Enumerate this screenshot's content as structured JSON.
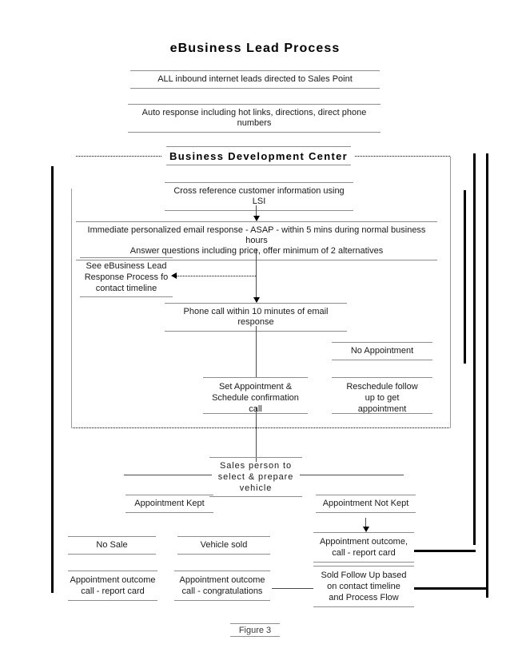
{
  "figure": {
    "title": "eBusiness Lead Process",
    "caption": "Figure 3 "
  },
  "chart_data": {
    "type": "diagram",
    "title": "eBusiness Lead Process",
    "caption": "Figure 3 ",
    "swimlane": "Business Development Center",
    "nodes": [
      {
        "id": "intake",
        "label": "ALL inbound internet leads directed to Sales Point"
      },
      {
        "id": "auto-response",
        "label": "Auto response including hot links, directions, direct phone numbers"
      },
      {
        "id": "bdc-header",
        "label": "Business Development Center"
      },
      {
        "id": "cross-ref",
        "label": "Cross reference customer information using LSI"
      },
      {
        "id": "email",
        "label": "Immediate personalized email response - ASAP - within 5 mins during normal business hours\nAnswer questions including price, offer minimum of 2 alternatives"
      },
      {
        "id": "timeline-note",
        "label": "See eBusiness Lead Response Process fo\ncontact timeline"
      },
      {
        "id": "phone-call",
        "label": "Phone call within 10 minutes of email response"
      },
      {
        "id": "no-appt",
        "label": "No Appointment"
      },
      {
        "id": "set-appt",
        "label": "Set Appointment &\nSchedule confirmation\ncall"
      },
      {
        "id": "reschedule",
        "label": "Reschedule follow\nup to get\nappointment"
      },
      {
        "id": "sales-prep",
        "label": "Sales person to\nselect & prepare\nvehicle"
      },
      {
        "id": "appt-kept",
        "label": "Appointment Kept"
      },
      {
        "id": "appt-not-kept",
        "label": "Appointment Not Kept"
      },
      {
        "id": "no-sale",
        "label": "No Sale"
      },
      {
        "id": "vehicle-sold",
        "label": "Vehicle sold"
      },
      {
        "id": "nk-outcome",
        "label": "Appointment outcome,\ncall - report card"
      },
      {
        "id": "ns-outcome",
        "label": "Appointment outcome\ncall - report card"
      },
      {
        "id": "vs-outcome",
        "label": "Appointment outcome\ncall - congratulations"
      },
      {
        "id": "sold-followup",
        "label": "Sold Follow Up based\non contact timeline\nand Process Flow"
      }
    ],
    "edges": [
      {
        "from": "cross-ref",
        "to": "email",
        "style": "solid-arrow"
      },
      {
        "from": "email",
        "to": "phone-call",
        "style": "solid-arrow"
      },
      {
        "from": "phone-call",
        "to": "timeline-note",
        "style": "dotted-arrow"
      },
      {
        "from": "phone-call",
        "to": "set-appt",
        "style": "solid"
      },
      {
        "from": "set-appt",
        "to": "sales-prep",
        "style": "solid"
      },
      {
        "from": "sales-prep",
        "to": "appt-kept",
        "style": "solid"
      },
      {
        "from": "sales-prep",
        "to": "appt-not-kept",
        "style": "solid"
      },
      {
        "from": "appt-not-kept",
        "to": "nk-outcome",
        "style": "solid-arrow"
      },
      {
        "from": "vs-outcome",
        "to": "sold-followup",
        "style": "solid"
      }
    ],
    "colors": {
      "rule": "#8d8d8d",
      "connector": "#4a4a4a",
      "loopback": "#000000",
      "lane_border": "#9a9a9a",
      "text": "#1a1a1a"
    }
  },
  "flow": {
    "intake": "ALL inbound internet leads directed to Sales Point",
    "auto_response": "Auto response including hot links, directions, direct phone numbers",
    "bdc_header": "Business Development Center",
    "cross_reference": "Cross reference customer information using LSI",
    "email_line1": "Immediate personalized email response - ASAP - within 5 mins during normal business hours",
    "email_line2": "Answer questions including price, offer minimum of 2 alternatives",
    "timeline_note_line1": "See eBusiness Lead",
    "timeline_note_line2": "Response Process fo",
    "timeline_note_line3": "contact timeline",
    "phone_call": "Phone call within 10 minutes of email response",
    "no_appointment": "No Appointment",
    "set_appointment_line1": "Set Appointment &",
    "set_appointment_line2": "Schedule confirmation",
    "set_appointment_line3": "call",
    "reschedule_line1": "Reschedule follow",
    "reschedule_line2": "up to get",
    "reschedule_line3": "appointment",
    "sales_prep_line1": "Sales person to",
    "sales_prep_line2": "select & prepare",
    "sales_prep_line3": "vehicle",
    "appointment_kept": "Appointment Kept",
    "appointment_not_kept": "Appointment Not Kept",
    "no_sale": "No Sale",
    "vehicle_sold": "Vehicle sold",
    "not_kept_outcome_line1": "Appointment outcome,",
    "not_kept_outcome_line2": "call - report card",
    "no_sale_outcome_line1": "Appointment outcome",
    "no_sale_outcome_line2": "call - report card",
    "sold_outcome_line1": "Appointment outcome",
    "sold_outcome_line2": "call - congratulations",
    "sold_followup_line1": "Sold Follow Up based",
    "sold_followup_line2": "on contact timeline",
    "sold_followup_line3": "and Process Flow"
  }
}
